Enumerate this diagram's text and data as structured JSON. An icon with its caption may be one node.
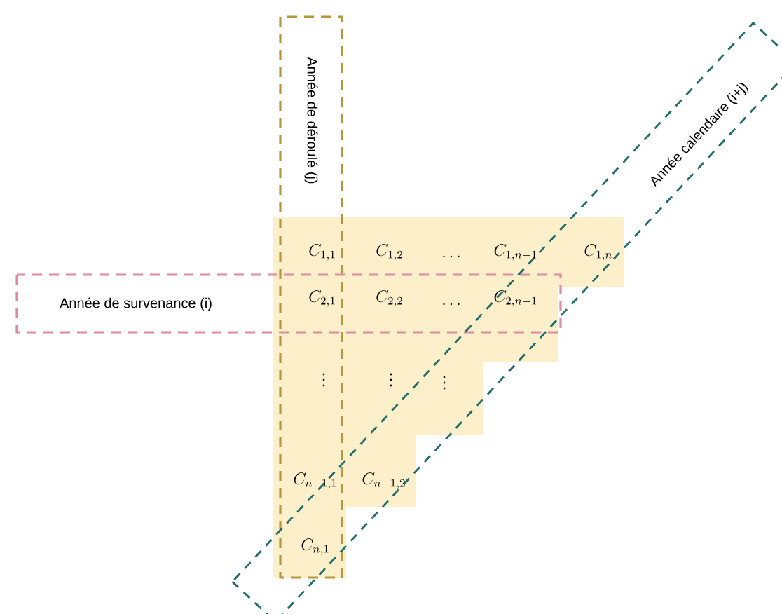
{
  "diagram": {
    "nodes": [
      {
        "text": [
          "Année de déroulé (j)"
        ]
      },
      {
        "text": [
          "Année de survenance (i)"
        ]
      },
      {
        "text": [
          "Année calendaire (i+j)"
        ]
      }
    ],
    "labels": [
      "C_{1,1}",
      "C_{1,2}",
      "\\dots",
      "C_{1,n-1}",
      "C_{1,n}",
      "C_{2,1}",
      "C_{2,2}",
      "\\dots",
      "C_{2,n-1}",
      "\\vdots",
      "\\vdots",
      "\\vdots",
      "C_{n-1,1}",
      "C_{n-1,2}",
      "C_{n,1}"
    ]
  }
}
